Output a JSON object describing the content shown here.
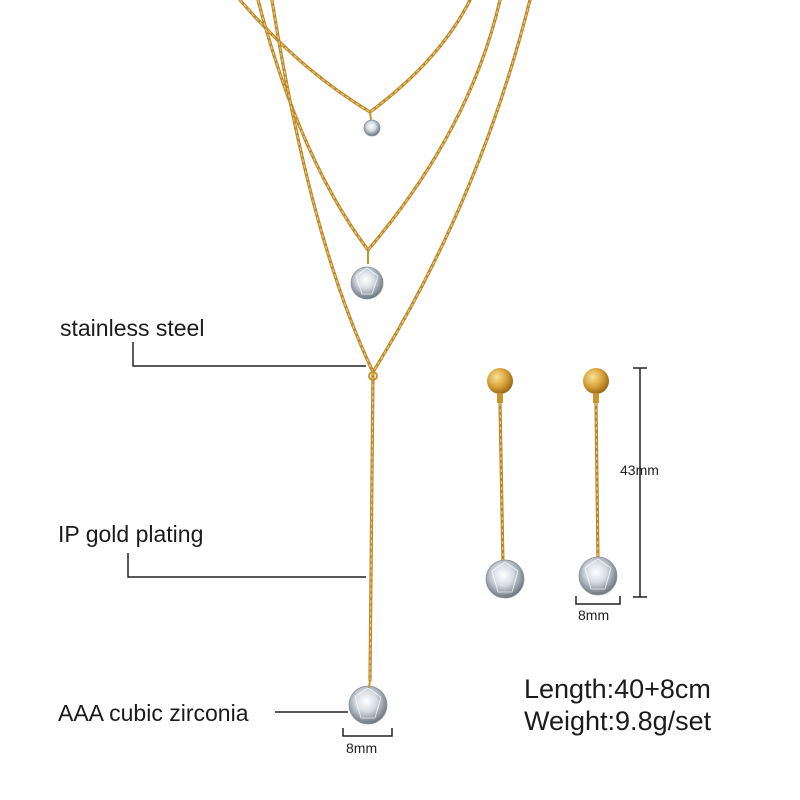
{
  "labels": {
    "material": "stainless steel",
    "plating": "IP gold plating",
    "stone": "AAA cubic zirconia",
    "pendant_size": "8mm",
    "earring_stone_size": "8mm",
    "earring_length": "43mm"
  },
  "specs": {
    "length": "Length:40+8cm",
    "weight": "Weight:9.8g/set"
  },
  "colors": {
    "gold": "#d9a53a",
    "gold_dark": "#b07d1e",
    "gold_light": "#f3cf77",
    "leader_line": "#222222"
  }
}
